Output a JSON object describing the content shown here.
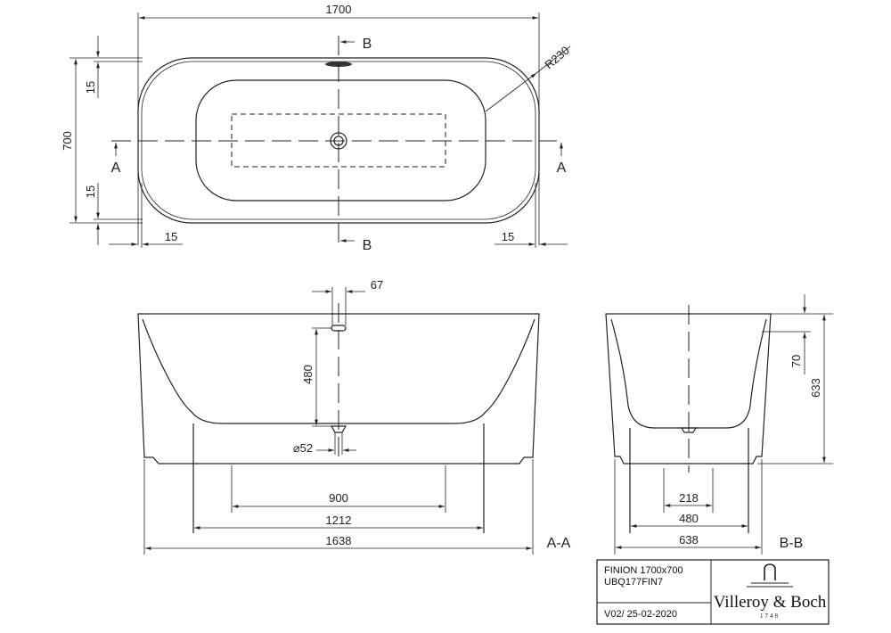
{
  "top_view": {
    "length": "1700",
    "width": "700",
    "radius": "R230",
    "rim_top": "15",
    "rim_bottom": "15",
    "rim_left": "15",
    "rim_right": "15",
    "section_a": "A",
    "section_b": "B"
  },
  "section_aa": {
    "label": "A-A",
    "overflow_offset": "67",
    "overflow_height": "480",
    "drain_diameter": "⌀52",
    "inner_feet": "900",
    "outer_feet": "1212",
    "base_length": "1638"
  },
  "section_bb": {
    "label": "B-B",
    "rim_depth": "70",
    "height": "633",
    "inner_feet": "218",
    "outer_feet": "480",
    "base_width": "638"
  },
  "title_block": {
    "product": "FINION 1700x700",
    "code": "UBQ177FIN7",
    "version": "V02/ 25-02-2020",
    "brand": "Villeroy & Boch",
    "brand_year": "1748"
  }
}
